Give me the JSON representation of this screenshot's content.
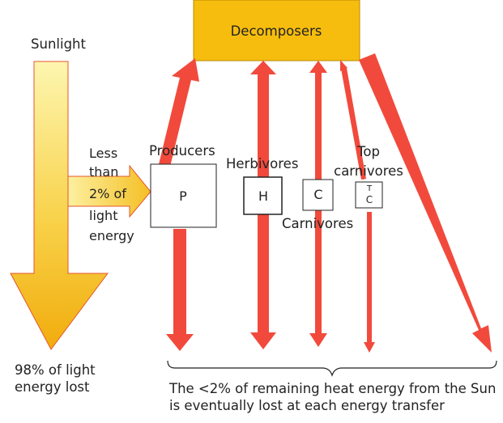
{
  "labels": {
    "decomposers": "Decomposers",
    "sunlight": "Sunlight",
    "less_than_lines": [
      "Less",
      "than",
      "2% of",
      "light",
      "energy"
    ],
    "producers": "Producers",
    "herbivores": "Herbivores",
    "carnivores": "Carnivores",
    "top_carnivores_lines": [
      "Top",
      "carnivores"
    ],
    "box_p": "P",
    "box_h": "H",
    "box_c": "C",
    "box_tc_lines": [
      "T",
      "C"
    ],
    "lost_lines": [
      "98% of light",
      "energy lost"
    ],
    "heat_lines": [
      "The <2% of remaining heat energy from the Sun",
      "is eventually lost at each energy transfer"
    ]
  },
  "colors": {
    "decomposer_fill": "#f6bd0e",
    "decomposer_stroke": "#b98a00",
    "arrow_red": "#f14a3c",
    "sun_top": "#fdf3a6",
    "sun_bottom": "#f2b010",
    "sun_stroke": "#e4572e"
  }
}
